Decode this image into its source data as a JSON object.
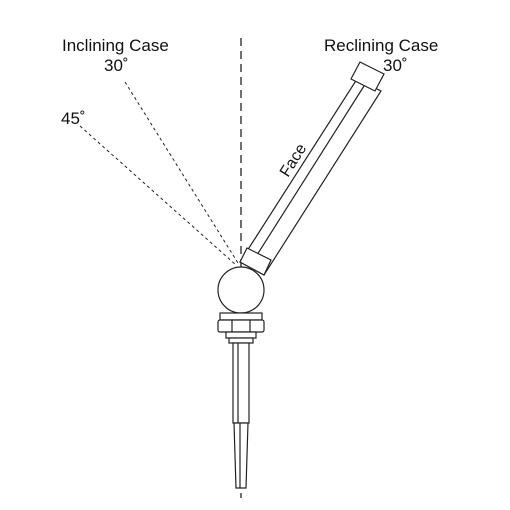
{
  "labels": {
    "inclining_case": "Inclining Case",
    "inclining_angle": "30˚",
    "left_angle": "45˚",
    "reclining_case": "Reclining Case",
    "reclining_angle": "30˚",
    "face": "Face"
  },
  "colors": {
    "line": "#222222",
    "background": "#ffffff"
  }
}
